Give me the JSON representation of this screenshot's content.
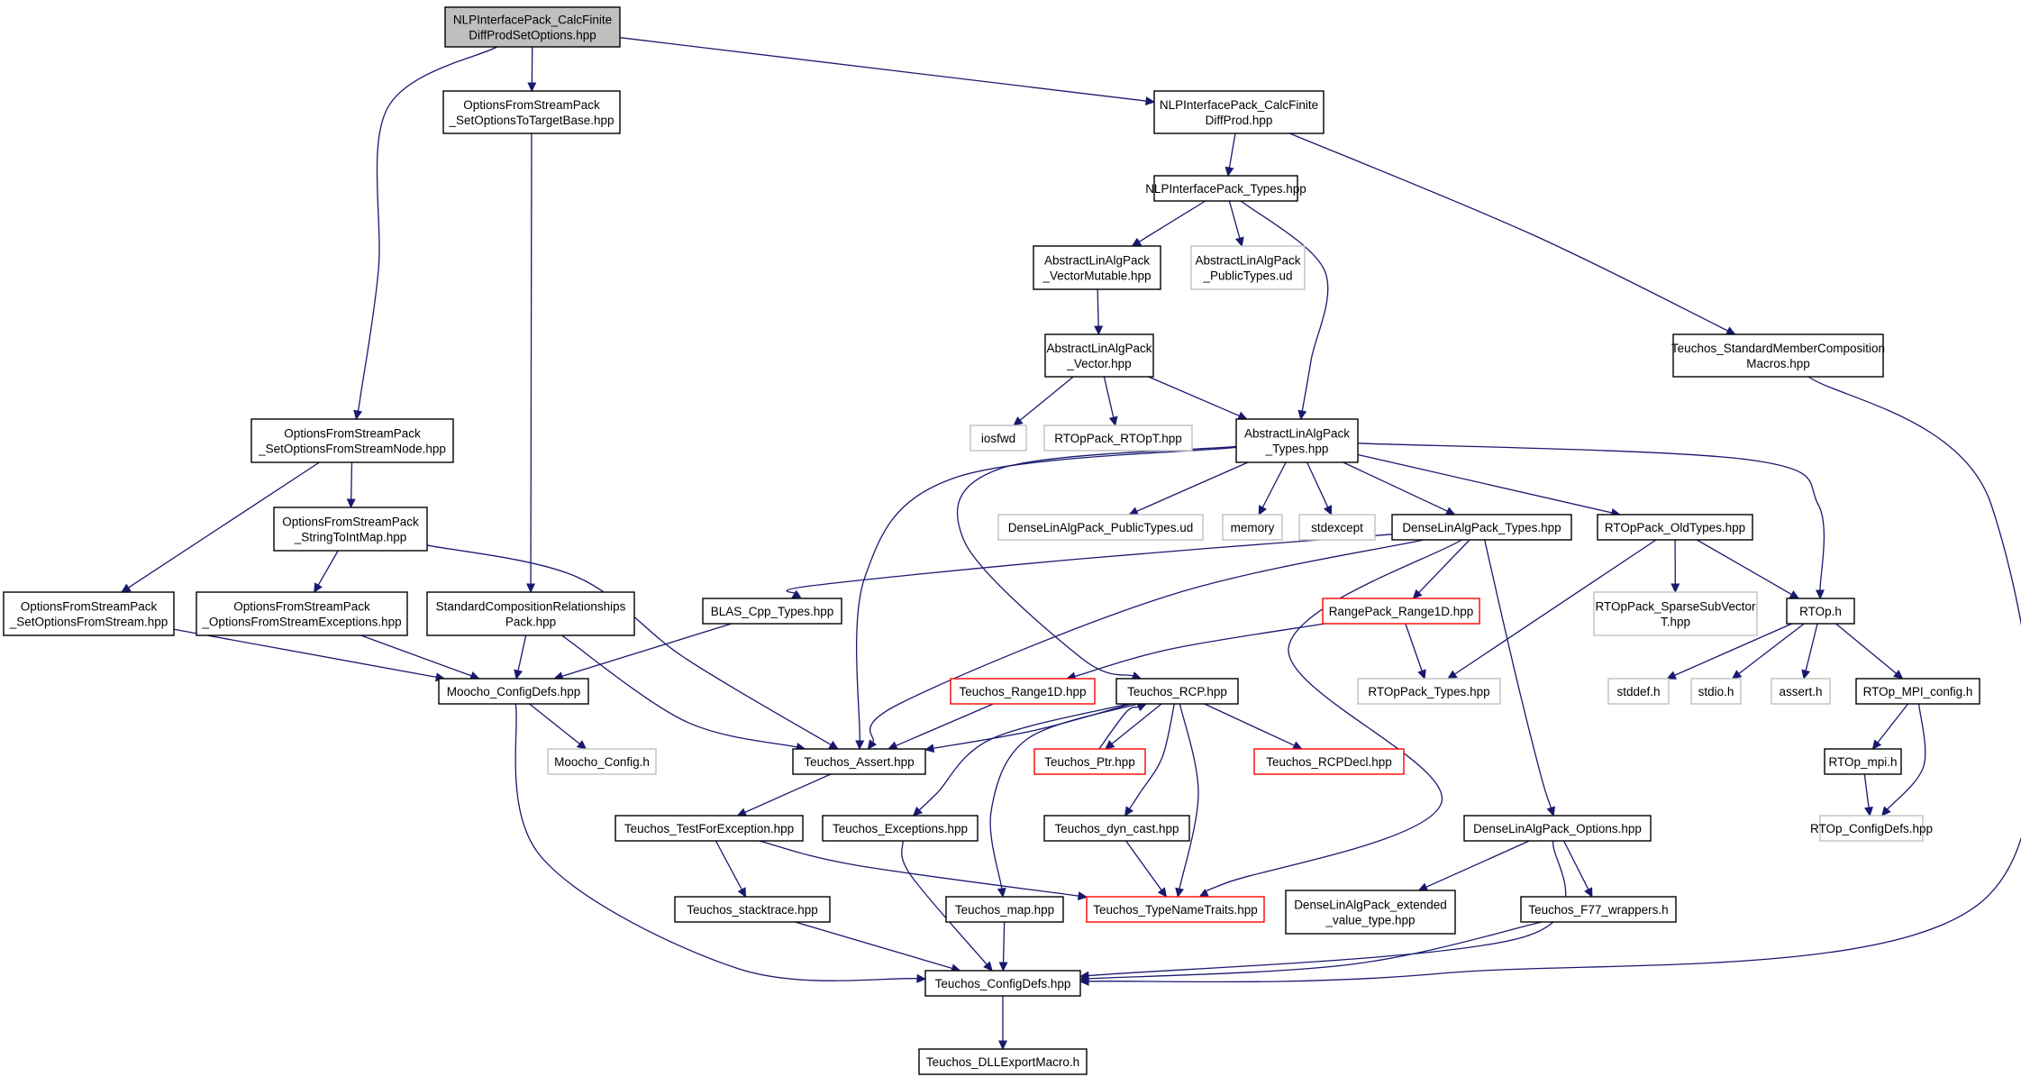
{
  "colors": {
    "edge": "#191970",
    "root_fill": "#bfbfbf",
    "node_border": "#000000",
    "missing_border": "#c0c0c0",
    "truncated_border": "#ff0000"
  },
  "nodes": [
    {
      "id": "root",
      "lines": [
        "NLPInterfacePack_CalcFinite",
        "DiffProdSetOptions.hpp"
      ],
      "style": "root"
    },
    {
      "id": "ofsp_sotb",
      "lines": [
        "OptionsFromStreamPack",
        "_SetOptionsToTargetBase.hpp"
      ],
      "style": "normal"
    },
    {
      "id": "nlpip_cfdp",
      "lines": [
        "NLPInterfacePack_CalcFinite",
        "DiffProd.hpp"
      ],
      "style": "normal"
    },
    {
      "id": "nlpip_types",
      "lines": [
        "NLPInterfacePack_Types.hpp"
      ],
      "style": "normal"
    },
    {
      "id": "alap_vm",
      "lines": [
        "AbstractLinAlgPack",
        "_VectorMutable.hpp"
      ],
      "style": "normal"
    },
    {
      "id": "alap_pt",
      "lines": [
        "AbstractLinAlgPack",
        "_PublicTypes.ud"
      ],
      "style": "missing"
    },
    {
      "id": "alap_v",
      "lines": [
        "AbstractLinAlgPack",
        "_Vector.hpp"
      ],
      "style": "normal"
    },
    {
      "id": "teuchos_smcm",
      "lines": [
        "Teuchos_StandardMemberComposition",
        "Macros.hpp"
      ],
      "style": "normal"
    },
    {
      "id": "iosfwd",
      "lines": [
        "iosfwd"
      ],
      "style": "missing"
    },
    {
      "id": "rtop_rtopt",
      "lines": [
        "RTOpPack_RTOpT.hpp"
      ],
      "style": "missing"
    },
    {
      "id": "alap_types",
      "lines": [
        "AbstractLinAlgPack",
        "_Types.hpp"
      ],
      "style": "normal"
    },
    {
      "id": "ofsp_sofsn",
      "lines": [
        "OptionsFromStreamPack",
        "_SetOptionsFromStreamNode.hpp"
      ],
      "style": "normal"
    },
    {
      "id": "ofsp_stim",
      "lines": [
        "OptionsFromStreamPack",
        "_StringToIntMap.hpp"
      ],
      "style": "normal"
    },
    {
      "id": "dlap_pt",
      "lines": [
        "DenseLinAlgPack_PublicTypes.ud"
      ],
      "style": "missing"
    },
    {
      "id": "memory",
      "lines": [
        "memory"
      ],
      "style": "missing"
    },
    {
      "id": "stdexcept",
      "lines": [
        "stdexcept"
      ],
      "style": "missing"
    },
    {
      "id": "dlap_types",
      "lines": [
        "DenseLinAlgPack_Types.hpp"
      ],
      "style": "normal"
    },
    {
      "id": "rtop_oldtypes",
      "lines": [
        "RTOpPack_OldTypes.hpp"
      ],
      "style": "normal"
    },
    {
      "id": "ofsp_sofs",
      "lines": [
        "OptionsFromStreamPack",
        "_SetOptionsFromStream.hpp"
      ],
      "style": "normal"
    },
    {
      "id": "ofsp_ofse",
      "lines": [
        "OptionsFromStreamPack",
        "_OptionsFromStreamExceptions.hpp"
      ],
      "style": "normal"
    },
    {
      "id": "scrp",
      "lines": [
        "StandardCompositionRelationships",
        "Pack.hpp"
      ],
      "style": "normal"
    },
    {
      "id": "blas_types",
      "lines": [
        "BLAS_Cpp_Types.hpp"
      ],
      "style": "normal"
    },
    {
      "id": "rp_range1d",
      "lines": [
        "RangePack_Range1D.hpp"
      ],
      "style": "truncated"
    },
    {
      "id": "rtop_ssv",
      "lines": [
        "RTOpPack_SparseSubVector",
        "T.hpp"
      ],
      "style": "missing"
    },
    {
      "id": "rtop_h",
      "lines": [
        "RTOp.h"
      ],
      "style": "normal"
    },
    {
      "id": "moocho_cd",
      "lines": [
        "Moocho_ConfigDefs.hpp"
      ],
      "style": "normal"
    },
    {
      "id": "teuchos_r1d",
      "lines": [
        "Teuchos_Range1D.hpp"
      ],
      "style": "truncated"
    },
    {
      "id": "teuchos_rcp",
      "lines": [
        "Teuchos_RCP.hpp"
      ],
      "style": "normal"
    },
    {
      "id": "rtop_types",
      "lines": [
        "RTOpPack_Types.hpp"
      ],
      "style": "missing"
    },
    {
      "id": "stddef",
      "lines": [
        "stddef.h"
      ],
      "style": "missing"
    },
    {
      "id": "stdio",
      "lines": [
        "stdio.h"
      ],
      "style": "missing"
    },
    {
      "id": "assert",
      "lines": [
        "assert.h"
      ],
      "style": "missing"
    },
    {
      "id": "rtop_mpi_cfg",
      "lines": [
        "RTOp_MPI_config.h"
      ],
      "style": "normal"
    },
    {
      "id": "moocho_config",
      "lines": [
        "Moocho_Config.h"
      ],
      "style": "missing"
    },
    {
      "id": "teuchos_assert",
      "lines": [
        "Teuchos_Assert.hpp"
      ],
      "style": "normal"
    },
    {
      "id": "teuchos_ptr",
      "lines": [
        "Teuchos_Ptr.hpp"
      ],
      "style": "truncated"
    },
    {
      "id": "teuchos_rcpdecl",
      "lines": [
        "Teuchos_RCPDecl.hpp"
      ],
      "style": "truncated"
    },
    {
      "id": "rtop_mpi",
      "lines": [
        "RTOp_mpi.h"
      ],
      "style": "normal"
    },
    {
      "id": "teuchos_tfe",
      "lines": [
        "Teuchos_TestForException.hpp"
      ],
      "style": "normal"
    },
    {
      "id": "teuchos_exc",
      "lines": [
        "Teuchos_Exceptions.hpp"
      ],
      "style": "normal"
    },
    {
      "id": "teuchos_dc",
      "lines": [
        "Teuchos_dyn_cast.hpp"
      ],
      "style": "normal"
    },
    {
      "id": "dlap_opts",
      "lines": [
        "DenseLinAlgPack_Options.hpp"
      ],
      "style": "normal"
    },
    {
      "id": "rtop_cd",
      "lines": [
        "RTOp_ConfigDefs.hpp"
      ],
      "style": "missing"
    },
    {
      "id": "teuchos_st",
      "lines": [
        "Teuchos_stacktrace.hpp"
      ],
      "style": "normal"
    },
    {
      "id": "teuchos_map",
      "lines": [
        "Teuchos_map.hpp"
      ],
      "style": "normal"
    },
    {
      "id": "teuchos_tnt",
      "lines": [
        "Teuchos_TypeNameTraits.hpp"
      ],
      "style": "truncated"
    },
    {
      "id": "dlap_evt",
      "lines": [
        "DenseLinAlgPack_extended",
        "_value_type.hpp"
      ],
      "style": "normal"
    },
    {
      "id": "teuchos_f77",
      "lines": [
        "Teuchos_F77_wrappers.h"
      ],
      "style": "normal"
    },
    {
      "id": "teuchos_cd",
      "lines": [
        "Teuchos_ConfigDefs.hpp"
      ],
      "style": "normal"
    },
    {
      "id": "teuchos_dll",
      "lines": [
        "Teuchos_DLLExportMacro.h"
      ],
      "style": "normal"
    }
  ],
  "edges": [
    {
      "from": "root",
      "to": "ofsp_sotb"
    },
    {
      "from": "root",
      "to": "nlpip_cfdp"
    },
    {
      "from": "root",
      "to": "ofsp_sofsn"
    },
    {
      "from": "nlpip_cfdp",
      "to": "nlpip_types"
    },
    {
      "from": "nlpip_cfdp",
      "to": "teuchos_smcm"
    },
    {
      "from": "nlpip_types",
      "to": "alap_vm"
    },
    {
      "from": "nlpip_types",
      "to": "alap_pt"
    },
    {
      "from": "nlpip_types",
      "to": "alap_types"
    },
    {
      "from": "alap_vm",
      "to": "alap_v"
    },
    {
      "from": "alap_v",
      "to": "iosfwd"
    },
    {
      "from": "alap_v",
      "to": "rtop_rtopt"
    },
    {
      "from": "alap_v",
      "to": "alap_types"
    },
    {
      "from": "ofsp_sotb",
      "to": "scrp"
    },
    {
      "from": "ofsp_sofsn",
      "to": "ofsp_stim"
    },
    {
      "from": "ofsp_sofsn",
      "to": "ofsp_sofs"
    },
    {
      "from": "ofsp_stim",
      "to": "ofsp_ofse"
    },
    {
      "from": "ofsp_stim",
      "to": "teuchos_assert"
    },
    {
      "from": "alap_types",
      "to": "dlap_pt"
    },
    {
      "from": "alap_types",
      "to": "memory"
    },
    {
      "from": "alap_types",
      "to": "stdexcept"
    },
    {
      "from": "alap_types",
      "to": "dlap_types"
    },
    {
      "from": "alap_types",
      "to": "rtop_oldtypes"
    },
    {
      "from": "alap_types",
      "to": "rtop_h"
    },
    {
      "from": "alap_types",
      "to": "teuchos_assert"
    },
    {
      "from": "alap_types",
      "to": "teuchos_rcp"
    },
    {
      "from": "dlap_types",
      "to": "blas_types"
    },
    {
      "from": "dlap_types",
      "to": "rp_range1d"
    },
    {
      "from": "dlap_types",
      "to": "teuchos_assert"
    },
    {
      "from": "dlap_types",
      "to": "teuchos_tnt"
    },
    {
      "from": "dlap_types",
      "to": "dlap_opts"
    },
    {
      "from": "rtop_oldtypes",
      "to": "rtop_ssv"
    },
    {
      "from": "rtop_oldtypes",
      "to": "rtop_h"
    },
    {
      "from": "rtop_oldtypes",
      "to": "rtop_types"
    },
    {
      "from": "rp_range1d",
      "to": "teuchos_r1d"
    },
    {
      "from": "rp_range1d",
      "to": "rtop_types"
    },
    {
      "from": "rtop_h",
      "to": "stddef"
    },
    {
      "from": "rtop_h",
      "to": "stdio"
    },
    {
      "from": "rtop_h",
      "to": "assert"
    },
    {
      "from": "rtop_h",
      "to": "rtop_mpi_cfg"
    },
    {
      "from": "rtop_mpi_cfg",
      "to": "rtop_mpi"
    },
    {
      "from": "rtop_mpi_cfg",
      "to": "rtop_cd"
    },
    {
      "from": "rtop_mpi",
      "to": "rtop_cd"
    },
    {
      "from": "ofsp_sofs",
      "to": "moocho_cd"
    },
    {
      "from": "ofsp_ofse",
      "to": "moocho_cd"
    },
    {
      "from": "scrp",
      "to": "moocho_cd"
    },
    {
      "from": "scrp",
      "to": "teuchos_assert"
    },
    {
      "from": "blas_types",
      "to": "moocho_cd"
    },
    {
      "from": "moocho_cd",
      "to": "moocho_config"
    },
    {
      "from": "moocho_cd",
      "to": "teuchos_cd"
    },
    {
      "from": "teuchos_r1d",
      "to": "teuchos_assert"
    },
    {
      "from": "teuchos_rcp",
      "to": "teuchos_assert"
    },
    {
      "from": "teuchos_rcp",
      "to": "teuchos_ptr"
    },
    {
      "from": "teuchos_ptr",
      "to": "teuchos_rcp"
    },
    {
      "from": "teuchos_rcp",
      "to": "teuchos_rcpdecl"
    },
    {
      "from": "teuchos_rcp",
      "to": "teuchos_dc"
    },
    {
      "from": "teuchos_rcp",
      "to": "teuchos_exc"
    },
    {
      "from": "teuchos_rcp",
      "to": "teuchos_map"
    },
    {
      "from": "teuchos_rcp",
      "to": "teuchos_tnt"
    },
    {
      "from": "teuchos_assert",
      "to": "teuchos_tfe"
    },
    {
      "from": "teuchos_tfe",
      "to": "teuchos_st"
    },
    {
      "from": "teuchos_tfe",
      "to": "teuchos_tnt"
    },
    {
      "from": "teuchos_st",
      "to": "teuchos_cd"
    },
    {
      "from": "teuchos_exc",
      "to": "teuchos_cd"
    },
    {
      "from": "teuchos_map",
      "to": "teuchos_cd"
    },
    {
      "from": "teuchos_dc",
      "to": "teuchos_tnt"
    },
    {
      "from": "dlap_opts",
      "to": "dlap_evt"
    },
    {
      "from": "dlap_opts",
      "to": "teuchos_f77"
    },
    {
      "from": "dlap_opts",
      "to": "teuchos_cd"
    },
    {
      "from": "teuchos_f77",
      "to": "teuchos_cd"
    },
    {
      "from": "teuchos_smcm",
      "to": "teuchos_cd"
    },
    {
      "from": "teuchos_cd",
      "to": "teuchos_dll"
    }
  ]
}
